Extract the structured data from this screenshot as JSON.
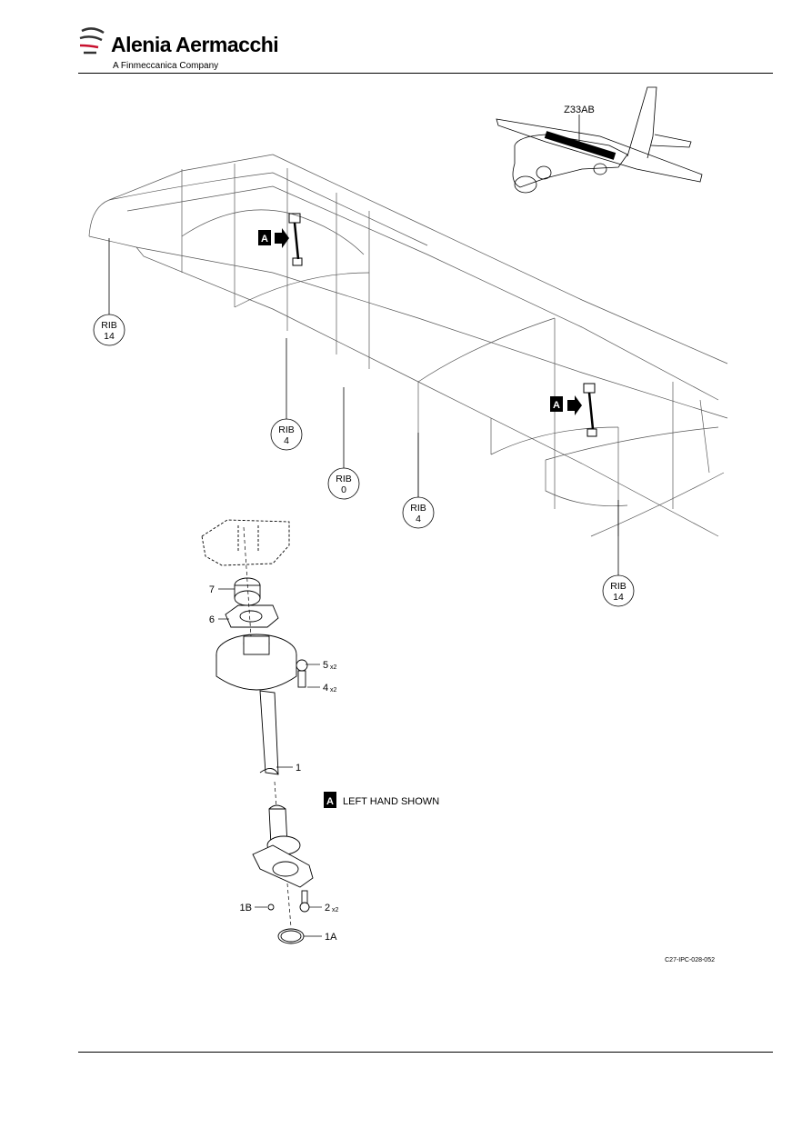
{
  "header": {
    "company_name": "Alenia Aermacchi",
    "company_subtitle": "A Finmeccanica Company"
  },
  "figure": {
    "aircraft_zone": "Z33AB",
    "rib_labels": [
      {
        "word": "RIB",
        "num": "14"
      },
      {
        "word": "RIB",
        "num": "4"
      },
      {
        "word": "RIB",
        "num": "0"
      },
      {
        "word": "RIB",
        "num": "4"
      },
      {
        "word": "RIB",
        "num": "14"
      }
    ],
    "detail_marker": "A",
    "detail_note": "LEFT HAND SHOWN",
    "item_callouts": {
      "item_7": "7",
      "item_6": "6",
      "item_5": "5",
      "item_5_qty": "x2",
      "item_4": "4",
      "item_4_qty": "x2",
      "item_1": "1",
      "item_1b": "1B",
      "item_2": "2",
      "item_2_qty": "x2",
      "item_1a": "1A"
    },
    "drawing_reference": "C27-IPC-028-052"
  },
  "colors": {
    "ink": "#000000",
    "paper": "#ffffff",
    "wireframe": "#555555"
  }
}
